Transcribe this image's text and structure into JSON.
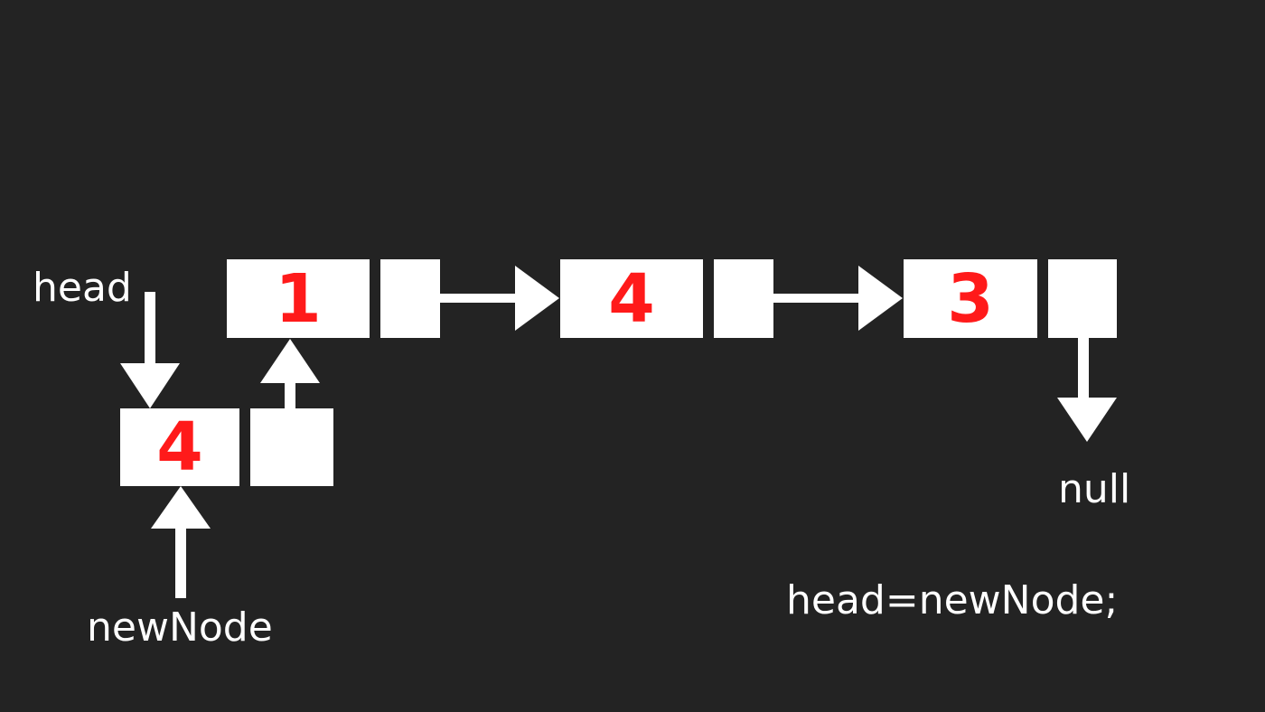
{
  "colors": {
    "background": "#232323",
    "box": "#ffffff",
    "value_text": "#ff1a1a",
    "label_text": "#ffffff",
    "arrow": "#ffffff"
  },
  "list_nodes": [
    {
      "value": "1"
    },
    {
      "value": "4"
    },
    {
      "value": "3"
    }
  ],
  "new_node": {
    "value": "4"
  },
  "labels": {
    "head": "head",
    "new_node": "newNode",
    "null": "null",
    "code": "head=newNode;"
  }
}
